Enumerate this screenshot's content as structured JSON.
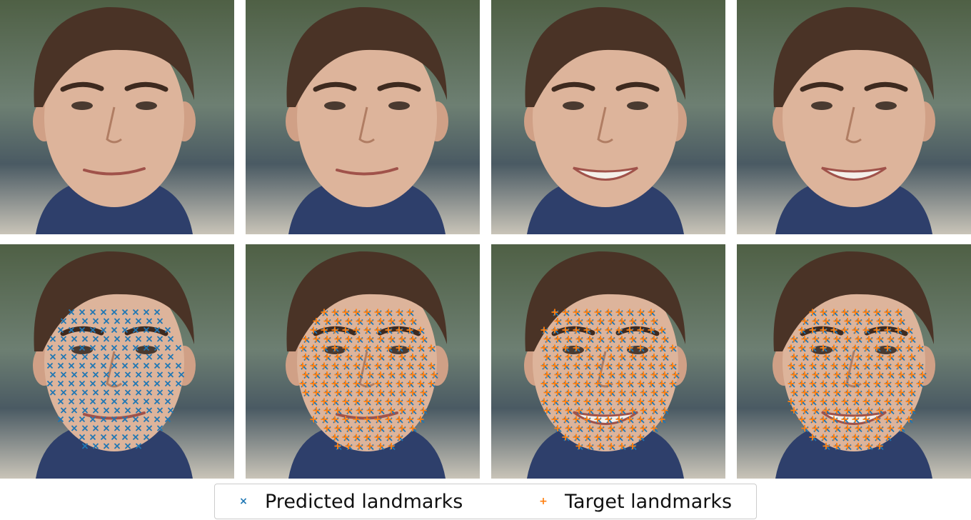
{
  "colors": {
    "predicted": "#1f77b4",
    "target": "#ff7f0e",
    "background": "#ffffff"
  },
  "panels": {
    "rows": 2,
    "cols": 4,
    "row1_landmarks": "none",
    "row2_landmarks": [
      "predicted-only",
      "both",
      "both",
      "both"
    ]
  },
  "legend": {
    "items": [
      {
        "marker": "×",
        "label": "Predicted landmarks",
        "color_key": "predicted"
      },
      {
        "marker": "+",
        "label": "Target landmarks",
        "color_key": "target"
      }
    ]
  }
}
